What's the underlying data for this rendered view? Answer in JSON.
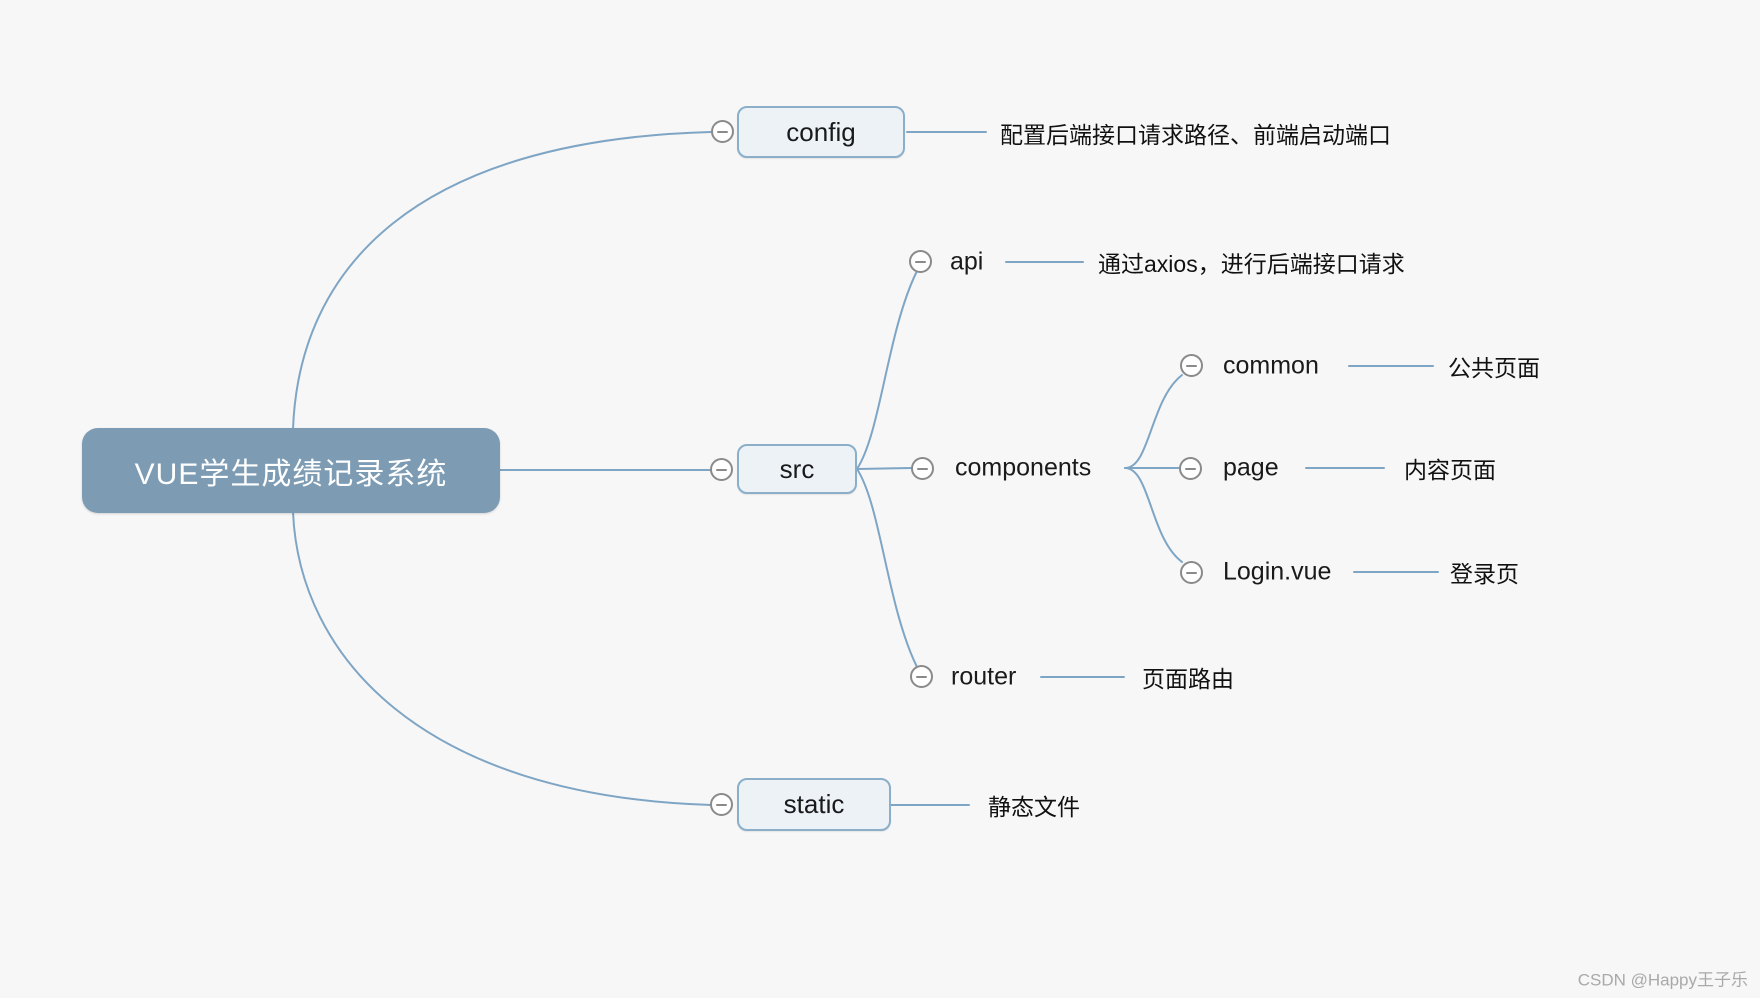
{
  "app": {
    "type": "mind-map",
    "background": "#F7F7F8"
  },
  "colors": {
    "branch_line": "#7FA5C4",
    "root_fill": "#7D9CB4",
    "root_text": "#FFFFFF",
    "topic_box_fill": "#EDF2F7",
    "topic_box_border": "#8CAFC9",
    "collapse_circle_border": "#8A8A8A",
    "topic_text": "#1A1A1A",
    "watermark_text": "#A9A9A9"
  },
  "nodes": {
    "root": {
      "label": "VUE学生成绩记录系统"
    },
    "config": {
      "label": "config",
      "note": "配置后端接口请求路径、前端启动端口"
    },
    "src": {
      "label": "src"
    },
    "static": {
      "label": "static",
      "note": "静态文件"
    },
    "api": {
      "label": "api",
      "note": "通过axios，进行后端接口请求"
    },
    "components": {
      "label": "components"
    },
    "router": {
      "label": "router",
      "note": "页面路由"
    },
    "common": {
      "label": "common",
      "note": "公共页面"
    },
    "page": {
      "label": "page",
      "note": "内容页面"
    },
    "login": {
      "label": "Login.vue",
      "note": "登录页"
    }
  },
  "icons": {
    "collapse": "minus-in-circle"
  },
  "watermark": "CSDN @Happy王子乐"
}
